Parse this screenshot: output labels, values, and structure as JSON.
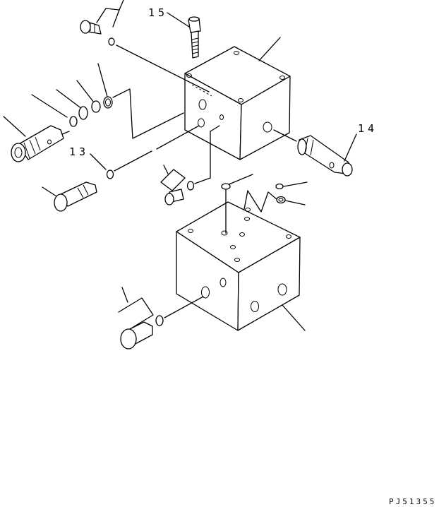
{
  "callouts": {
    "c15": "15",
    "c14": "14",
    "c13": "13"
  },
  "drawing_code": "PJ51355"
}
